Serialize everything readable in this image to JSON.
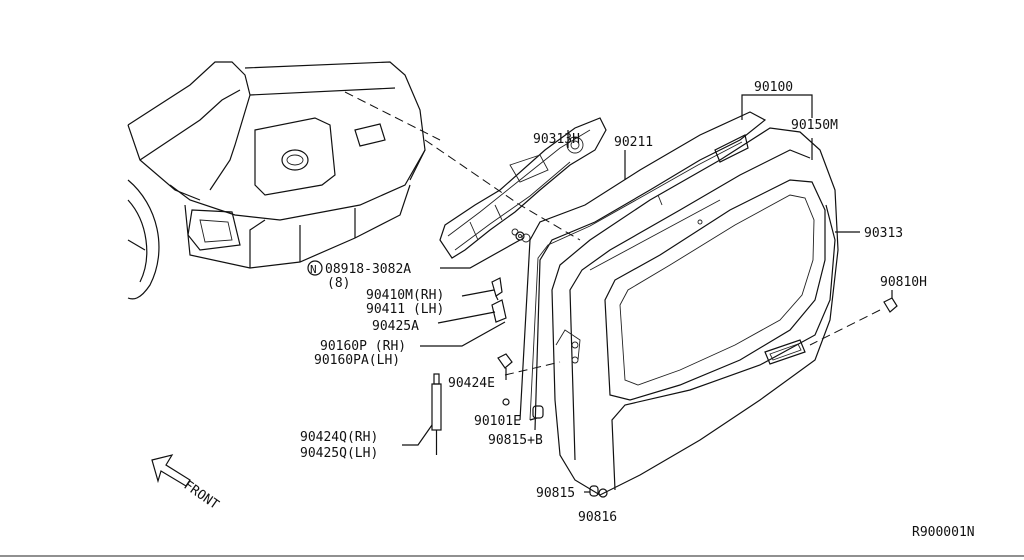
{
  "labels": {
    "p90100": "90100",
    "p90313H": "90313H",
    "p90211": "90211",
    "p90150M": "90150M",
    "p90313": "90313",
    "p90810H": "90810H",
    "p08918": "08918-3082A",
    "p08918_qty": "(8)",
    "p08918_prefix": "N",
    "p90410M": "90410M(RH)",
    "p90411": "90411 (LH)",
    "p90425A": "90425A",
    "p90160P": "90160P (RH)",
    "p90160PA": "90160PA(LH)",
    "p90424E": "90424E",
    "p90101E": "90101E",
    "p90815B": "90815+B",
    "p90424Q": "90424Q(RH)",
    "p90425Q": "90425Q(LH)",
    "p90815": "90815",
    "p90816": "90816",
    "front": "FRONT",
    "ref": "R900001N"
  }
}
